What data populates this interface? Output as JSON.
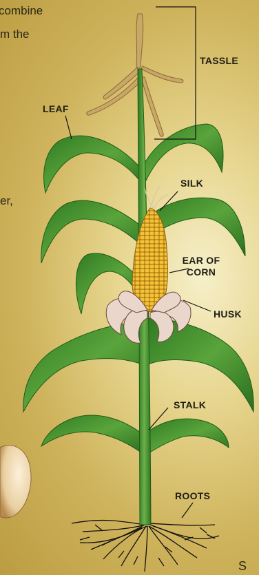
{
  "text_fragments": {
    "line1": "combine",
    "line2": "m the",
    "line3": "er,",
    "footer": "S"
  },
  "labels": {
    "tassle": "TASSLE",
    "leaf": "LEAF",
    "silk": "SILK",
    "ear_line1": "EAR OF",
    "ear_line2": "CORN",
    "husk": "HUSK",
    "stalk": "STALK",
    "roots": "ROOTS"
  },
  "colors": {
    "background": "#d9c26f",
    "leaf": "#3f8a2c",
    "leaf_light": "#8fc860",
    "stalk": "#4c9436",
    "kernel": "#e8b62c",
    "husk": "#e9d4c8",
    "tassel": "#c9a767",
    "roots": "#111111"
  }
}
